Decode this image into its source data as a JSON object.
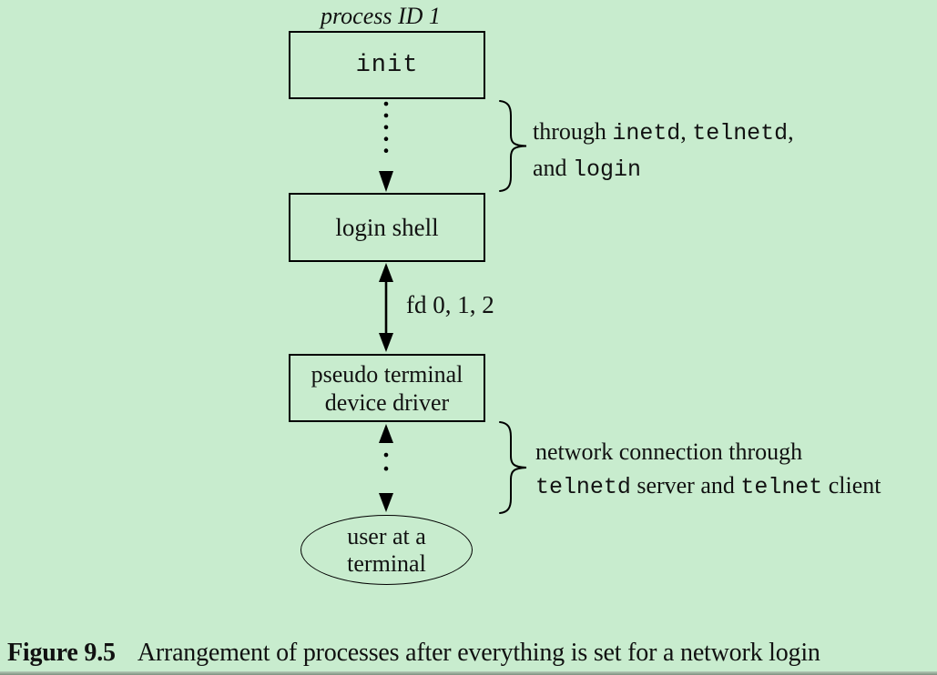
{
  "figure": {
    "process_id_label": "process ID 1",
    "init_box": "init",
    "login_shell_box": "login shell",
    "pty_box": {
      "line1": "pseudo terminal",
      "line2": "device driver"
    },
    "terminal_ellipse": {
      "line1": "user at a",
      "line2": "terminal"
    },
    "fd_label": "fd 0, 1, 2",
    "annotation_inetd": {
      "line1_part1": "through ",
      "line1_mono1": "inetd",
      "line1_part2": ", ",
      "line1_mono2": "telnetd",
      "line1_part3": ",",
      "line2_part1": "and ",
      "line2_mono1": "login"
    },
    "annotation_network": {
      "line1": "network connection through",
      "line2_mono1": "telnetd",
      "line2_part1": " server and ",
      "line2_mono2": "telnet",
      "line2_part2": " client"
    },
    "shapes": {
      "arrow_init_to_shell": "dotted-arrow-down",
      "arrow_shell_to_pty": "solid-double-headed-arrow",
      "arrow_pty_to_terminal": "dotted-double-headed-arrow",
      "brace_top": "right-curly-brace",
      "brace_bottom": "right-curly-brace"
    },
    "colors": {
      "background": "#c8ecce",
      "line": "#000000",
      "text": "#111111"
    }
  },
  "caption": {
    "label": "Figure 9.5",
    "text": "Arrangement of processes after everything is set for a network login"
  }
}
